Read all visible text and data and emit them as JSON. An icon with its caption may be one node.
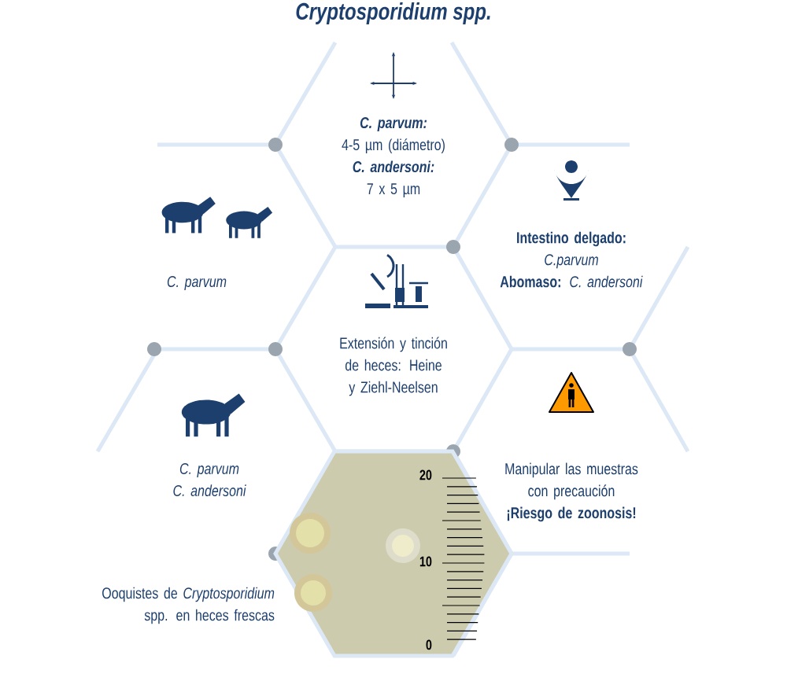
{
  "diagram": {
    "title": "Cryptosporidium spp.",
    "nodes": [
      {
        "text": [
          "C. parvum:",
          "4-5 µm (diámetro)",
          "C. andersoni:",
          "7 x 5  µm"
        ]
      },
      {
        "text": [
          "C. parvum"
        ]
      },
      {
        "text": [
          "**Intestino delgado:** *C.parvum*",
          "**Abomaso:** *C. andersoni*"
        ]
      },
      {
        "text": [
          "Extensión y tinción de heces: Heine y Ziehl-Neelsen"
        ]
      },
      {
        "text": [
          "C. parvum",
          "C. andersoni"
        ]
      },
      {
        "text": [
          "Manipular las muestras con precaución",
          "¡Riesgo de zoonosis!"
        ]
      },
      {
        "text": [],
        "shape": "picture",
        "beside": [
          "Ooquistes de *Cryptosporidium* spp. en heces frescas"
        ]
      }
    ],
    "edges": [],
    "labels": [
      "20",
      "10",
      "0"
    ]
  }
}
